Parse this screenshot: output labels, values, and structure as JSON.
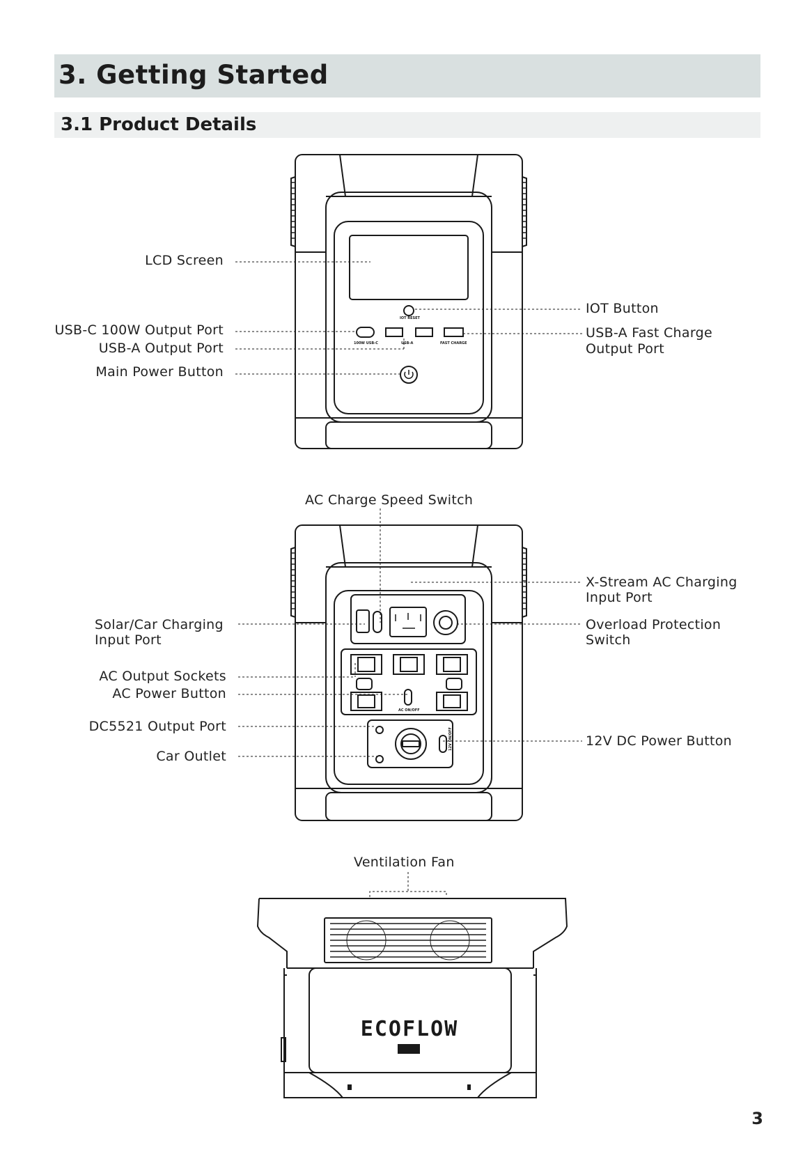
{
  "section": {
    "title": "3. Getting Started",
    "subtitle": "3.1 Product Details"
  },
  "front_view": {
    "labels": {
      "lcd_screen": "LCD Screen",
      "usbc_port": "USB-C 100W Output Port",
      "usba_port": "USB-A Output Port",
      "main_power": "Main Power Button",
      "iot_button": "IOT Button",
      "usba_fast_1": "USB-A Fast Charge",
      "usba_fast_2": "Output Port"
    },
    "panel_text": {
      "iot_reset": "IOT RESET",
      "usbc": "100W USB-C",
      "usba": "USB-A",
      "fast": "FAST CHARGE"
    }
  },
  "rear_view": {
    "labels": {
      "ac_speed": "AC Charge Speed Switch",
      "xstream_1": "X-Stream AC Charging",
      "xstream_2": "Input Port",
      "solar_1": "Solar/Car Charging",
      "solar_2": "Input Port",
      "overload_1": "Overload Protection",
      "overload_2": "Switch",
      "ac_sockets": "AC Output Sockets",
      "ac_power": "AC Power Button",
      "dc5521": "DC5521 Output Port",
      "dc_power": "12V DC Power Button",
      "car_outlet": "Car Outlet"
    },
    "panel_text": {
      "ac_on_off": "AC ON/OFF",
      "dc_on_off": "12V ON/OFF"
    }
  },
  "side_view": {
    "labels": {
      "vent_fan": "Ventilation Fan"
    },
    "brand": "ECOFLOW"
  },
  "page_number": "3"
}
